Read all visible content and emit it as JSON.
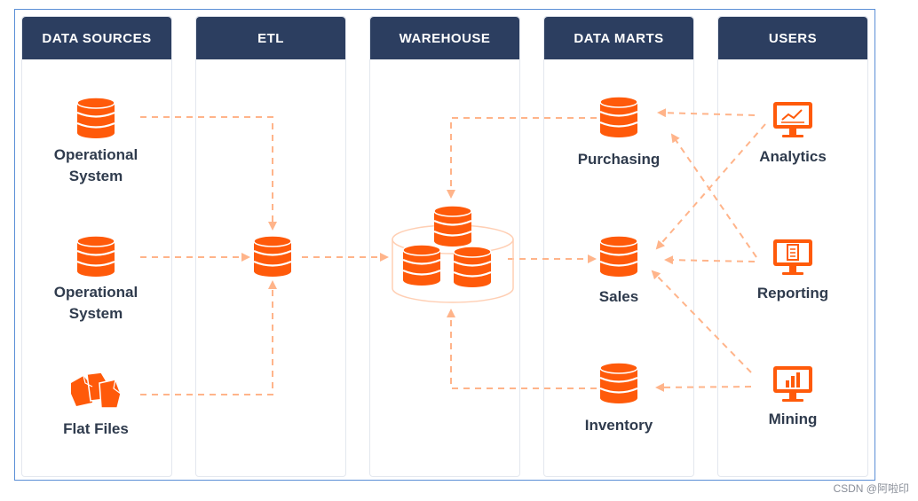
{
  "columns": [
    {
      "id": "sources",
      "title": "DATA SOURCES"
    },
    {
      "id": "etl",
      "title": "ETL"
    },
    {
      "id": "warehouse",
      "title": "WAREHOUSE"
    },
    {
      "id": "marts",
      "title": "DATA MARTS"
    },
    {
      "id": "users",
      "title": "USERS"
    }
  ],
  "nodes": {
    "source1": {
      "label": "Operational\nSystem",
      "icon": "database-icon"
    },
    "source2": {
      "label": "Operational\nSystem",
      "icon": "database-icon"
    },
    "source3": {
      "label": "Flat Files",
      "icon": "files-icon"
    },
    "etl": {
      "label": "",
      "icon": "database-icon"
    },
    "warehouse": {
      "label": "",
      "icon": "warehouse-icon"
    },
    "purchasing": {
      "label": "Purchasing",
      "icon": "database-icon"
    },
    "sales": {
      "label": "Sales",
      "icon": "database-icon"
    },
    "inventory": {
      "label": "Inventory",
      "icon": "database-icon"
    },
    "analytics": {
      "label": "Analytics",
      "icon": "monitor-chart-icon"
    },
    "reporting": {
      "label": "Reporting",
      "icon": "monitor-report-icon"
    },
    "mining": {
      "label": "Mining",
      "icon": "monitor-bars-icon"
    }
  },
  "colors": {
    "accent": "#ff5a0a",
    "arrow": "#ffb48a",
    "header": "#2c3e60",
    "label": "#2f3b4d"
  },
  "watermark": "CSDN @阿啦印"
}
